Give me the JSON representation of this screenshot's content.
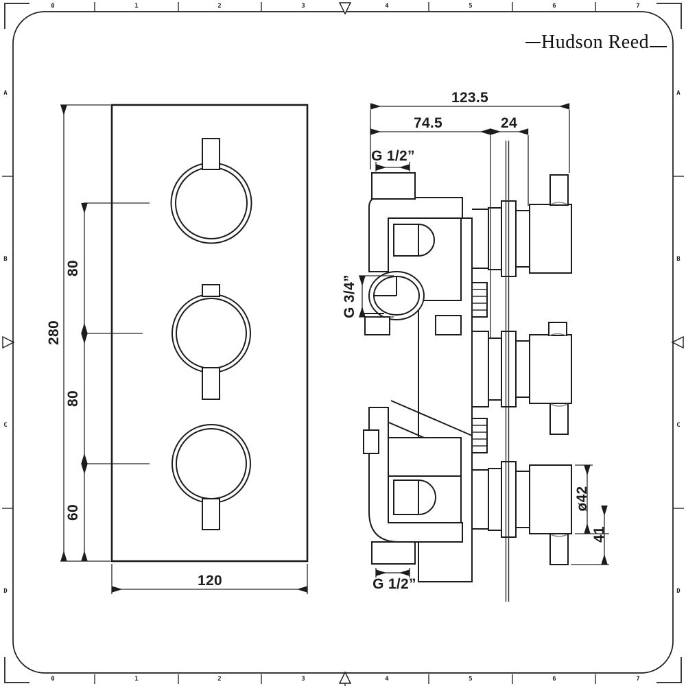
{
  "page": {
    "background": "#ffffff",
    "ink": "#1c1c1c",
    "type": "technical-drawing"
  },
  "brand": {
    "logo_text": "Hudson Reed"
  },
  "frame": {
    "ruler_h": [
      "0",
      "1",
      "2",
      "3",
      "4",
      "5",
      "6",
      "7"
    ],
    "ruler_v": [
      "A",
      "B",
      "C",
      "D"
    ]
  },
  "front_view": {
    "description": "front elevation of triple concealed shower valve plate with three control handles",
    "dimensions": {
      "overall_height": "280",
      "upper_handle_spacing": "80",
      "lower_handle_spacing": "80",
      "bottom_offset": "60",
      "overall_width": "120"
    }
  },
  "side_view": {
    "description": "side section of valve body through wall with three handles",
    "dimensions": {
      "overall_depth": "123.5",
      "recess_depth": "74.5",
      "trim_depth": "24",
      "top_inlet_thread": "G 1/2”",
      "side_inlet_thread": "G 3/4”",
      "bottom_outlet_thread": "G 1/2”",
      "handle_diameter": "ø42",
      "handle_projection": "41"
    }
  }
}
